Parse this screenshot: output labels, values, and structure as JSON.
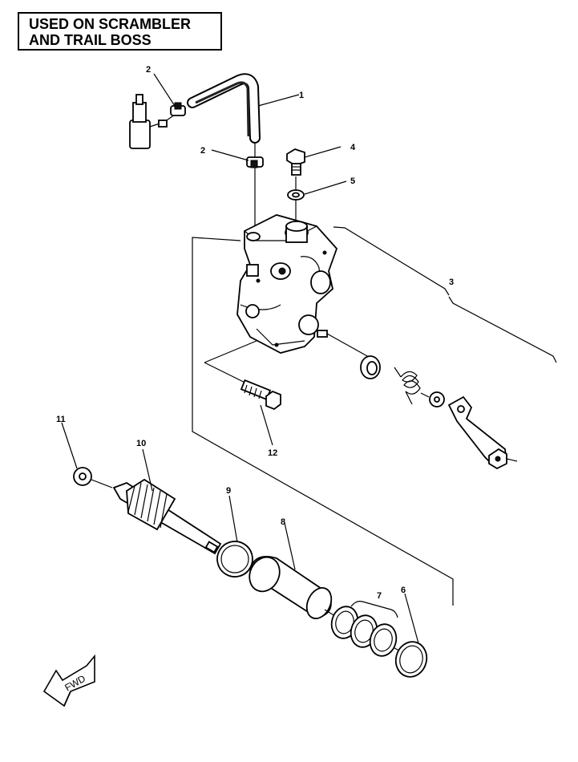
{
  "note": {
    "line1": "USED ON SCRAMBLER",
    "line2": "AND TRAIL BOSS"
  },
  "callouts": [
    {
      "id": "c1",
      "label": "1"
    },
    {
      "id": "c2a",
      "label": "2"
    },
    {
      "id": "c2b",
      "label": "2"
    },
    {
      "id": "c3",
      "label": "3"
    },
    {
      "id": "c4",
      "label": "4"
    },
    {
      "id": "c5",
      "label": "5"
    },
    {
      "id": "c6",
      "label": "6"
    },
    {
      "id": "c7",
      "label": "7"
    },
    {
      "id": "c8",
      "label": "8"
    },
    {
      "id": "c9",
      "label": "9"
    },
    {
      "id": "c10",
      "label": "10"
    },
    {
      "id": "c11",
      "label": "11"
    },
    {
      "id": "c12",
      "label": "12"
    }
  ],
  "direction_arrow": {
    "label": "FWD",
    "icon": "forward-arrow-icon"
  }
}
